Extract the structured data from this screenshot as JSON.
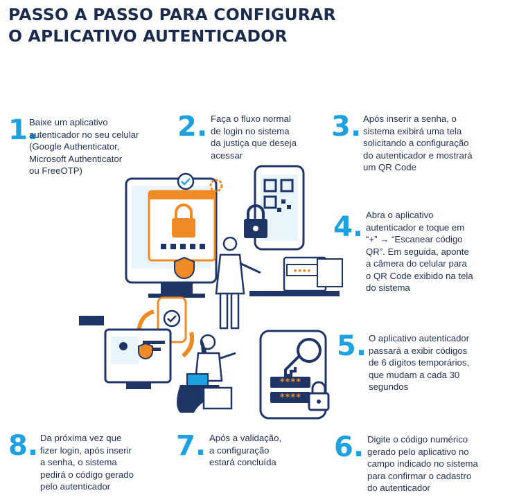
{
  "title": {
    "line1": "PASSO A PASSO PARA CONFIGURAR",
    "line2": "O APLICATIVO AUTENTICADOR"
  },
  "steps": [
    {
      "number": "1.",
      "lines": [
        "Baixe um aplicativo",
        "autenticador no seu celular",
        "(Google Authenticator,",
        "Microsoft Authenticator",
        "ou FreeOTP)"
      ]
    },
    {
      "number": "2.",
      "lines": [
        "Faça o fluxo normal",
        "de login no sistema",
        "da justiça que deseja",
        "acessar"
      ]
    },
    {
      "number": "3.",
      "lines": [
        "Após inserir a senha, o",
        "sistema exibirá uma tela",
        "solicitando a configuração",
        "do autenticador e mostrará",
        "um QR Code"
      ]
    },
    {
      "number": "4.",
      "lines": [
        "Abra o aplicativo",
        "autenticador e toque em",
        "“+” → “Escanear código",
        "QR”. Em seguida, aponte",
        "a câmera do celular para",
        "o QR Code exibido na tela",
        "do sistema"
      ]
    },
    {
      "number": "5.",
      "lines": [
        "O aplicativo autenticador",
        "passará a exibir códigos",
        "de 6 dígitos temporários,",
        "que mudam a cada 30",
        "segundos"
      ]
    },
    {
      "number": "6.",
      "lines": [
        "Digite o código numérico",
        "gerado pelo aplicativo no",
        "campo indicado no sistema",
        "para confirmar o cadastro",
        "do autenticador"
      ]
    },
    {
      "number": "7.",
      "lines": [
        "Após a validação,",
        "a configuração",
        "estará concluída"
      ]
    },
    {
      "number": "8.",
      "lines": [
        "Da próxima vez que",
        "fizer login, após inserir",
        "a senha, o sistema",
        "pedirá o código gerado",
        "pelo autenticador"
      ]
    }
  ],
  "illustration": {
    "password_field_1": "****",
    "password_field_2": "****"
  },
  "colors": {
    "title": "#1a2b4c",
    "step_number": "#1da1e0",
    "accent_orange": "#f08a24",
    "navy": "#1f3566"
  }
}
